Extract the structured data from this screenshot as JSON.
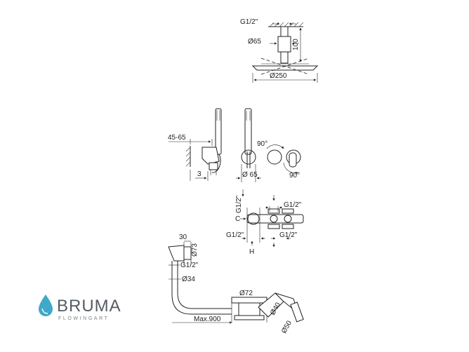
{
  "brand": {
    "name": "BRUMA",
    "tagline": "FLOWINGART",
    "drop_color": "#3fa9c9",
    "text_color": "#555c63"
  },
  "shower_head": {
    "thread": "G1/2\"",
    "arm_diameter": "Ø65",
    "arm_length": "100",
    "head_diameter": "Ø250"
  },
  "hand_shower": {
    "projection": "45-65",
    "offset": "3",
    "rosette_diameter": "Ø 65",
    "rotation_1": "90°",
    "rotation_2": "90°"
  },
  "valve": {
    "inlet_top": "G1/2\"",
    "outlet_top": "G1/2\"",
    "cold_label": "C",
    "hot_label": "H",
    "inlet_left": "G1/2\"",
    "outlet_bottom": "G1/2\""
  },
  "bath_filler": {
    "depth": "30",
    "rosette": "Ø73",
    "thread": "G1/2\"",
    "pipe_diameter": "Ø34",
    "max_length": "Max.900",
    "drain_diameter": "Ø72",
    "overflow_pipe": "Ø40",
    "waste_pipe": "Ø50"
  }
}
